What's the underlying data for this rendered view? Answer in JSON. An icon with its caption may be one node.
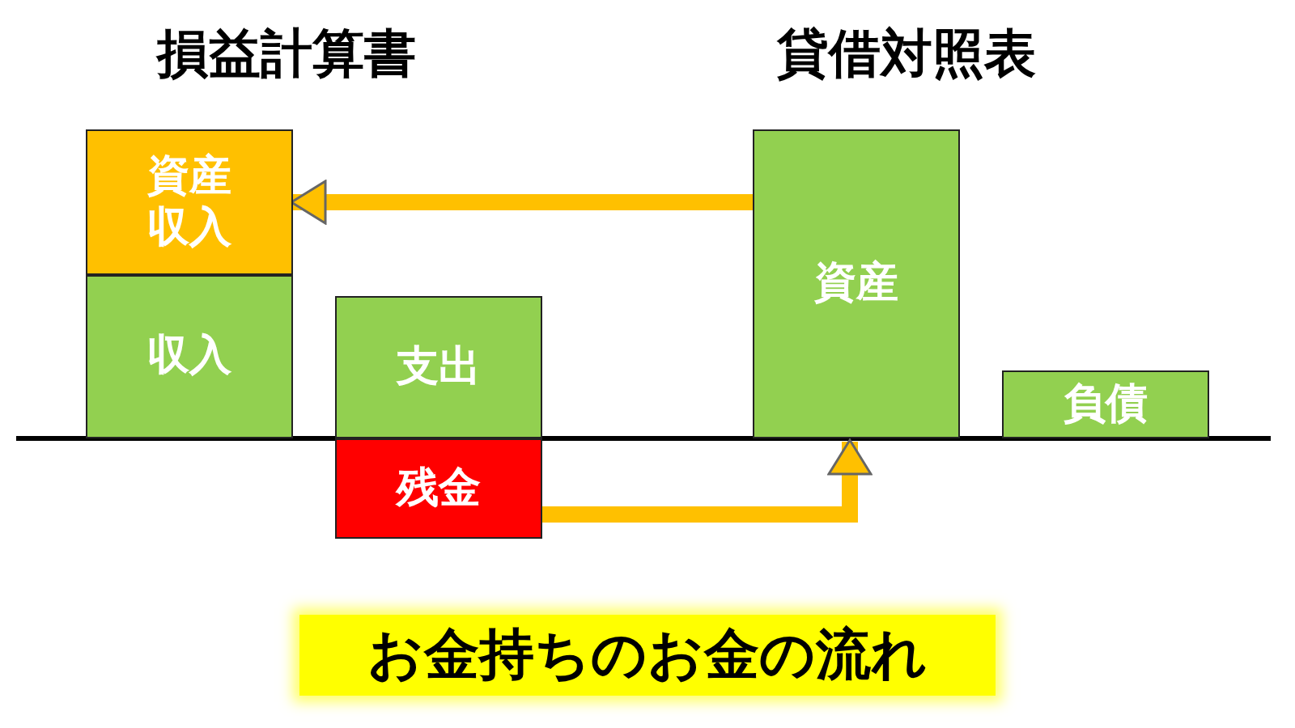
{
  "diagram": {
    "caption": "お金持ちのお金の流れ",
    "nodes": [
      {
        "text": [
          "資産収入"
        ]
      },
      {
        "text": [
          "収入"
        ]
      },
      {
        "text": [
          "支出"
        ]
      },
      {
        "text": [
          "残金"
        ]
      },
      {
        "text": [
          "資産"
        ]
      },
      {
        "text": [
          "負債"
        ]
      }
    ],
    "edges": [
      {
        "from": 4,
        "to": 0,
        "arrow": "to"
      },
      {
        "from": 3,
        "to": 4,
        "arrow": "to"
      }
    ],
    "labels": [
      "損益計算書",
      "貸借対照表"
    ]
  }
}
